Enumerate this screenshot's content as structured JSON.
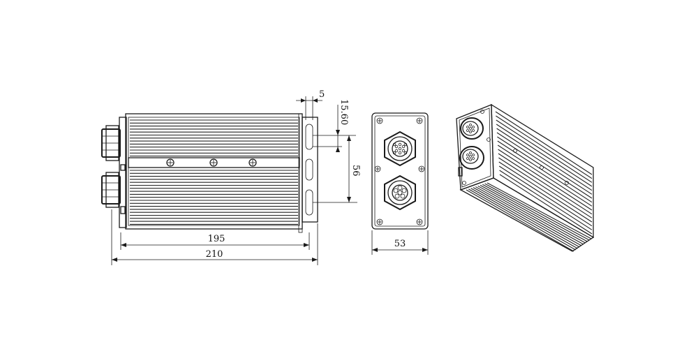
{
  "dimensions": {
    "width_flange": "5",
    "slot_pitch": "15.60",
    "mount_spacing": "56",
    "body_length": "195",
    "overall_length": "210",
    "end_width": "53"
  },
  "colors": {
    "line": "#1a1a1a",
    "background": "#ffffff"
  }
}
